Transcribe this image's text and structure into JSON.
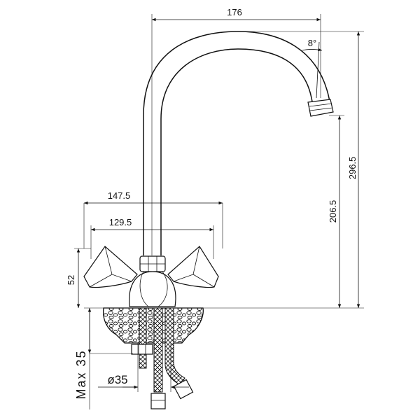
{
  "dimensions": {
    "spout_reach": "176",
    "spout_angle": "8°",
    "total_height": "296.5",
    "spout_height": "206.5",
    "handle_span_outer": "147.5",
    "handle_span_inner": "129.5",
    "body_height": "52",
    "max_mount": "Max 35",
    "hole_diameter": "ø35"
  }
}
